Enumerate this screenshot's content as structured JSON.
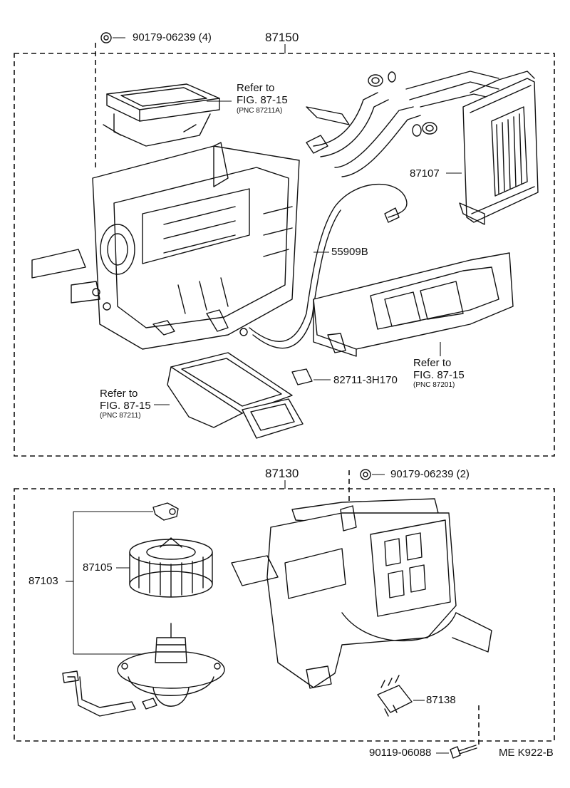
{
  "diagram": {
    "top_assembly": {
      "part_number": "87150",
      "clip": "90179-06239 (4)",
      "heater_core": "87107",
      "hose": "55909B",
      "clip_small": "82711-3H170",
      "ref_upper": {
        "line1": "Refer to",
        "line2": "FIG. 87-15",
        "pnc": "(PNC 87211A)"
      },
      "ref_right": {
        "line1": "Refer to",
        "line2": "FIG. 87-15",
        "pnc": "(PNC 87201)"
      },
      "ref_lower": {
        "line1": "Refer to",
        "line2": "FIG. 87-15",
        "pnc": "(PNC 87211)"
      }
    },
    "bottom_assembly": {
      "part_number": "87130",
      "clip": "90179-06239 (2)",
      "blower_motor": "87103",
      "fan": "87105",
      "resistor": "87138",
      "screw": "90119-06088"
    },
    "footer_code": "ME  K922-B"
  }
}
